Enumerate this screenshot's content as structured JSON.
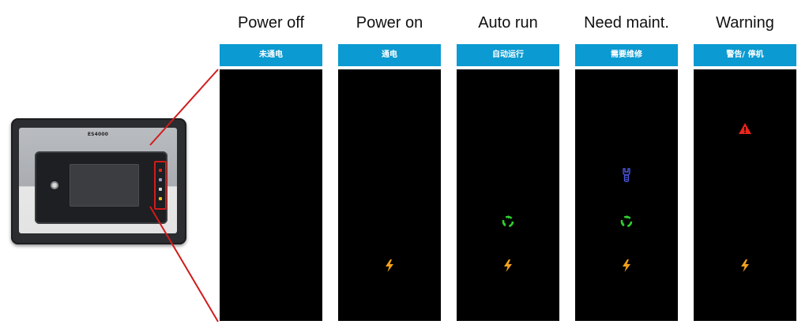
{
  "device": {
    "brand": "ES4000"
  },
  "colors": {
    "header_bg": "#0b9ad1",
    "panel_bg": "#000000",
    "warning": "#e8241c",
    "maintenance": "#4a55d6",
    "auto_run": "#2fcf2f",
    "power": "#f2a21b",
    "callout": "#d01c1c"
  },
  "columns": [
    {
      "title": "Power off",
      "header": "未通电",
      "indicators": []
    },
    {
      "title": "Power on",
      "header": "通电",
      "indicators": [
        "power-icon"
      ]
    },
    {
      "title": "Auto run",
      "header": "自动运行",
      "indicators": [
        "auto-run-icon",
        "power-icon"
      ]
    },
    {
      "title": "Need maint.",
      "header": "需要维修",
      "indicators": [
        "maintenance-icon",
        "auto-run-icon",
        "power-icon"
      ]
    },
    {
      "title": "Warning",
      "header": "警告/ 停机",
      "indicators": [
        "warning-icon",
        "power-icon"
      ]
    }
  ]
}
